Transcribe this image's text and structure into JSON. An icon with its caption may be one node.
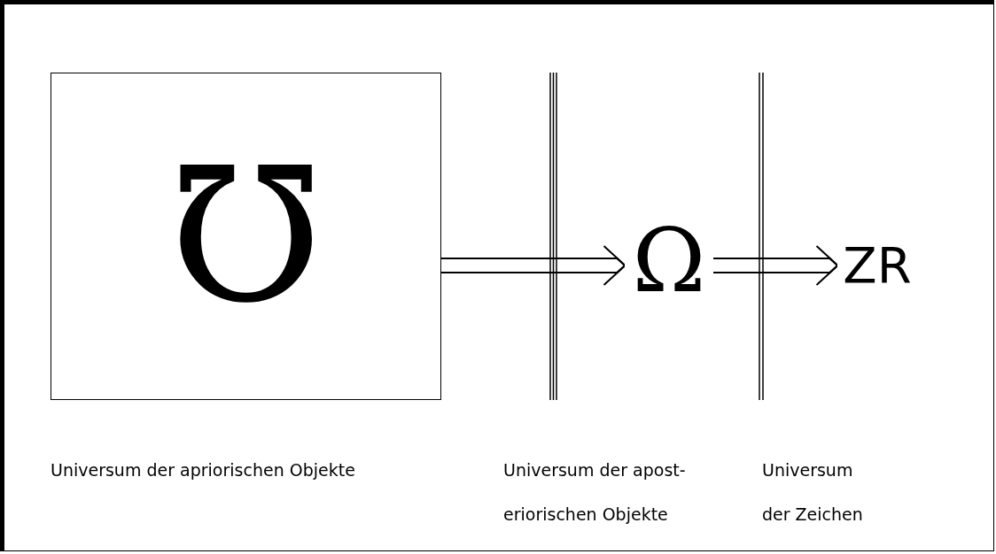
{
  "diagram": {
    "nodes": [
      {
        "text": [
          "℧"
        ],
        "beside": [
          "Universum der apriorischen Objekte"
        ]
      },
      {
        "text": [
          "Ω"
        ]
      },
      {
        "text": [
          "ZR"
        ]
      }
    ],
    "edges": [
      {
        "from": 0,
        "to": 1,
        "arrow": "to"
      },
      {
        "from": 1,
        "to": 2,
        "arrow": "to"
      }
    ],
    "labels": [
      "Universum der apost- eriorischen Objekte",
      "Universum der Zeichen"
    ]
  }
}
